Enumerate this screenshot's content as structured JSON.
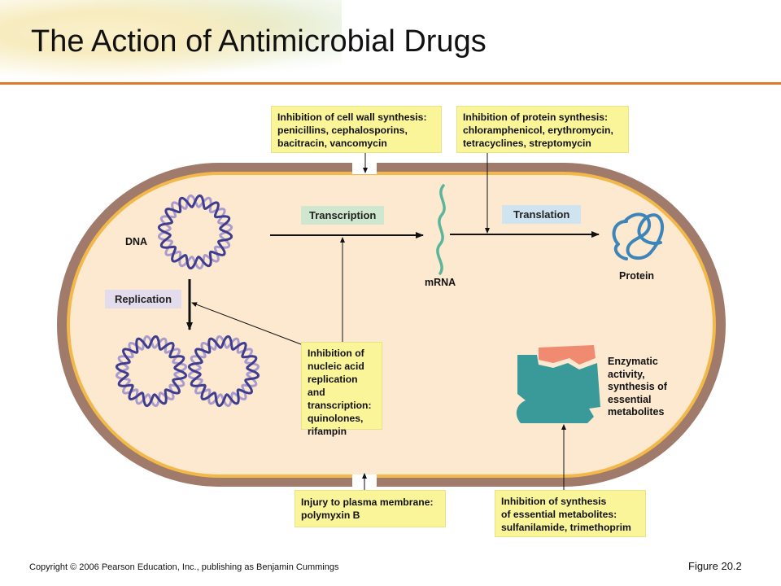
{
  "title": "The Action of Antimicrobial Drugs",
  "boxes": {
    "cell_wall": [
      "Inhibition of cell wall synthesis:",
      "penicillins, cephalosporins,",
      "bacitracin, vancomycin"
    ],
    "protein": [
      "Inhibition of protein synthesis:",
      "chloramphenicol, erythromycin,",
      "tetracyclines, streptomycin"
    ],
    "nucleic": [
      "Inhibition of",
      "nucleic acid",
      "replication and",
      "transcription:",
      "quinolones,",
      "rifampin"
    ],
    "membrane": [
      "Injury to plasma membrane:",
      "polymyxin B"
    ],
    "metabolites": [
      "Inhibition of synthesis",
      "of essential metabolites:",
      "sulfanilamide, trimethoprim"
    ]
  },
  "process_labels": {
    "transcription": "Transcription",
    "translation": "Translation",
    "replication": "Replication"
  },
  "labels": {
    "dna": "DNA",
    "mrna": "mRNA",
    "protein": "Protein",
    "enzymatic": [
      "Enzymatic",
      "activity,",
      "synthesis of",
      "essential",
      "metabolites"
    ]
  },
  "colors": {
    "cell_wall": "#a07a6a",
    "membrane": "#f2b84a",
    "cytoplasm": "#fde9d0",
    "yellow_box": "#fbf59a",
    "transcription_box": "#cfe7cf",
    "translation_box": "#cfe3f0",
    "replication_box": "#e2dcec",
    "dna_dark": "#3f3d8f",
    "dna_light": "#a99ccc",
    "mrna": "#5ab59a",
    "protein": "#3d85b8",
    "enzyme": "#3a9a9a",
    "substrate": "#f08a70",
    "title_rule": "#e07a2a"
  },
  "footer": {
    "copyright": "Copyright © 2006 Pearson Education, Inc., publishing as Benjamin Cummings",
    "figure": "Figure 20.2"
  }
}
